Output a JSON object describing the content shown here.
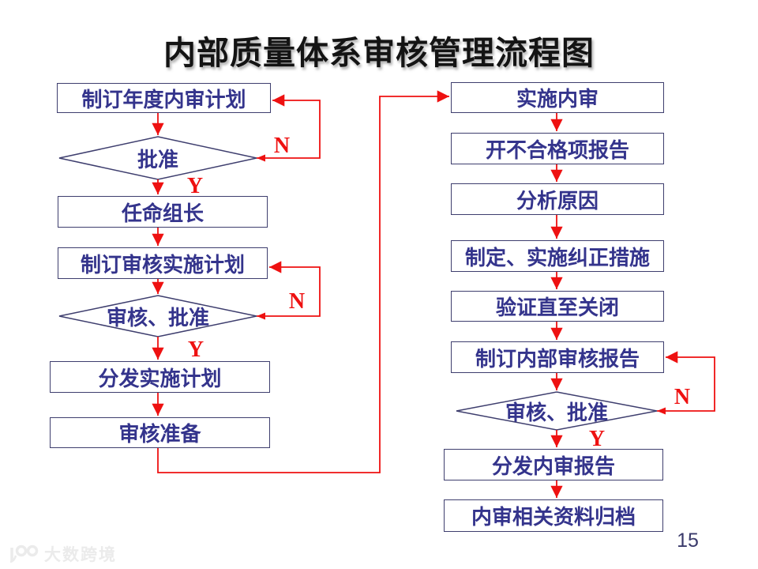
{
  "slide": {
    "title": "内部质量体系审核管理流程图",
    "page_number": "15",
    "watermark_text": "大数跨境"
  },
  "colors": {
    "background": "#ffffff",
    "node_border": "#3e3e6e",
    "node_text": "#34348c",
    "connector_red": "#ee1111",
    "branch_label_red": "#ee1111",
    "title_text": "#141414",
    "page_number_text": "#3a3a6b",
    "watermark_gray": "#ebebeb"
  },
  "flow": {
    "left_column": [
      {
        "id": "plan-annual-audit",
        "type": "process",
        "label": "制订年度内审计划"
      },
      {
        "id": "approve-1",
        "type": "decision",
        "label": "批准"
      },
      {
        "id": "appoint-team-leader",
        "type": "process",
        "label": "任命组长"
      },
      {
        "id": "plan-audit-implementation",
        "type": "process",
        "label": "制订审核实施计划"
      },
      {
        "id": "review-approve-1",
        "type": "decision",
        "label": "审核、批准"
      },
      {
        "id": "distribute-implementation-plan",
        "type": "process",
        "label": "分发实施计划"
      },
      {
        "id": "audit-preparation",
        "type": "process",
        "label": "审核准备"
      }
    ],
    "right_column": [
      {
        "id": "conduct-internal-audit",
        "type": "process",
        "label": "实施内审"
      },
      {
        "id": "issue-nonconformity-report",
        "type": "process",
        "label": "开不合格项报告"
      },
      {
        "id": "analyze-causes",
        "type": "process",
        "label": "分析原因"
      },
      {
        "id": "define-implement-corrective-actions",
        "type": "process",
        "label": "制定、实施纠正措施"
      },
      {
        "id": "verify-until-closed",
        "type": "process",
        "label": "验证直至关闭"
      },
      {
        "id": "draft-internal-audit-report",
        "type": "process",
        "label": "制订内部审核报告"
      },
      {
        "id": "review-approve-2",
        "type": "decision",
        "label": "审核、批准"
      },
      {
        "id": "distribute-audit-report",
        "type": "process",
        "label": "分发内审报告"
      },
      {
        "id": "archive-audit-records",
        "type": "process",
        "label": "内审相关资料归档"
      }
    ],
    "branch_labels": [
      {
        "id": "n1",
        "text": "N"
      },
      {
        "id": "y1",
        "text": "Y"
      },
      {
        "id": "n2",
        "text": "N"
      },
      {
        "id": "y2",
        "text": "Y"
      },
      {
        "id": "n3",
        "text": "N"
      },
      {
        "id": "y3",
        "text": "Y"
      }
    ],
    "edges": [
      {
        "from": "plan-annual-audit",
        "to": "approve-1",
        "label": ""
      },
      {
        "from": "approve-1",
        "to": "plan-annual-audit",
        "label": "N"
      },
      {
        "from": "approve-1",
        "to": "appoint-team-leader",
        "label": "Y"
      },
      {
        "from": "appoint-team-leader",
        "to": "plan-audit-implementation",
        "label": ""
      },
      {
        "from": "plan-audit-implementation",
        "to": "review-approve-1",
        "label": ""
      },
      {
        "from": "review-approve-1",
        "to": "plan-audit-implementation",
        "label": "N"
      },
      {
        "from": "review-approve-1",
        "to": "distribute-implementation-plan",
        "label": "Y"
      },
      {
        "from": "distribute-implementation-plan",
        "to": "audit-preparation",
        "label": ""
      },
      {
        "from": "audit-preparation",
        "to": "conduct-internal-audit",
        "label": ""
      },
      {
        "from": "conduct-internal-audit",
        "to": "issue-nonconformity-report",
        "label": ""
      },
      {
        "from": "issue-nonconformity-report",
        "to": "analyze-causes",
        "label": ""
      },
      {
        "from": "analyze-causes",
        "to": "define-implement-corrective-actions",
        "label": ""
      },
      {
        "from": "define-implement-corrective-actions",
        "to": "verify-until-closed",
        "label": ""
      },
      {
        "from": "verify-until-closed",
        "to": "draft-internal-audit-report",
        "label": ""
      },
      {
        "from": "draft-internal-audit-report",
        "to": "review-approve-2",
        "label": ""
      },
      {
        "from": "review-approve-2",
        "to": "draft-internal-audit-report",
        "label": "N"
      },
      {
        "from": "review-approve-2",
        "to": "distribute-audit-report",
        "label": "Y"
      },
      {
        "from": "distribute-audit-report",
        "to": "archive-audit-records",
        "label": ""
      }
    ]
  }
}
